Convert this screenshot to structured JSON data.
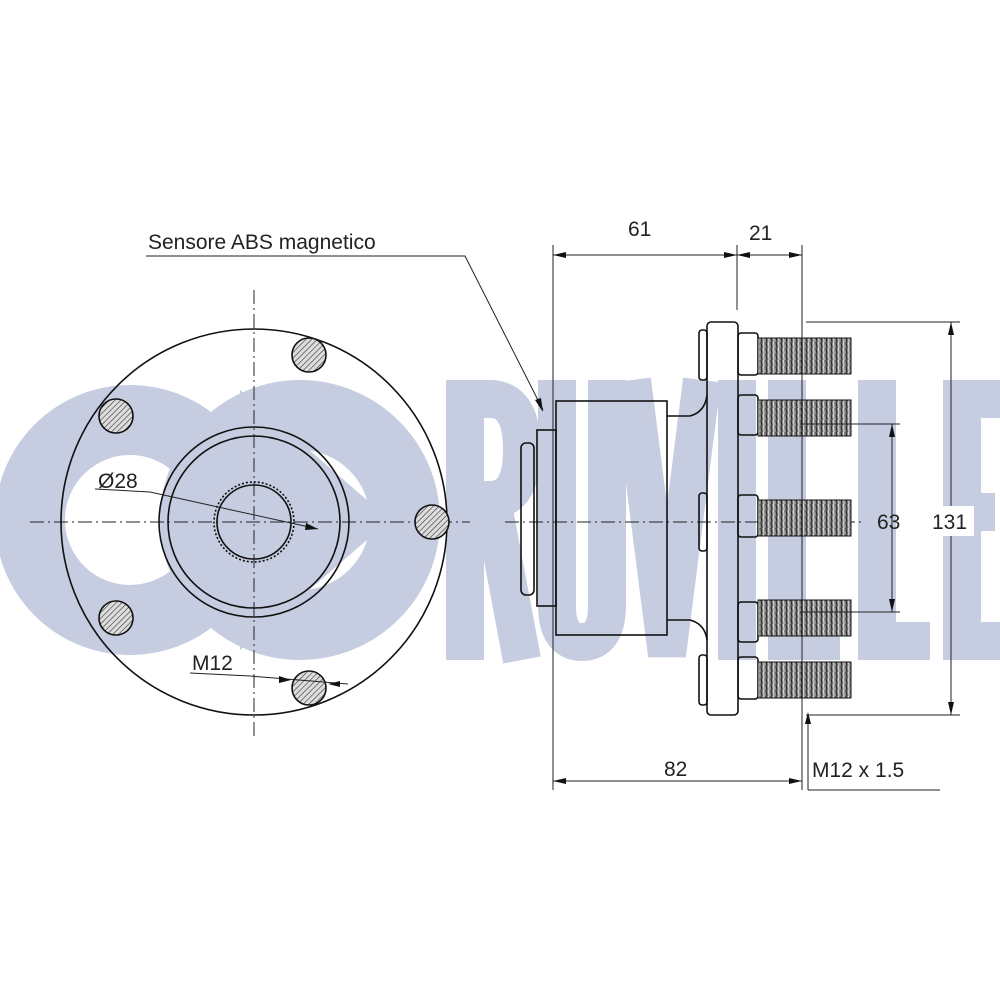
{
  "watermark": {
    "text": "RUVILLE",
    "color": "#c6cde1"
  },
  "callout": {
    "label": "Sensore ABS magnetico"
  },
  "front_view": {
    "bore_label": "Ø28",
    "bolt_label": "M12"
  },
  "side_view": {
    "dim_length_1": "61",
    "dim_length_2": "21",
    "dim_total_length": "82",
    "dim_pilot_diameter": "63",
    "dim_flange_diameter": "131",
    "stud_thread": "M12 x 1.5"
  }
}
